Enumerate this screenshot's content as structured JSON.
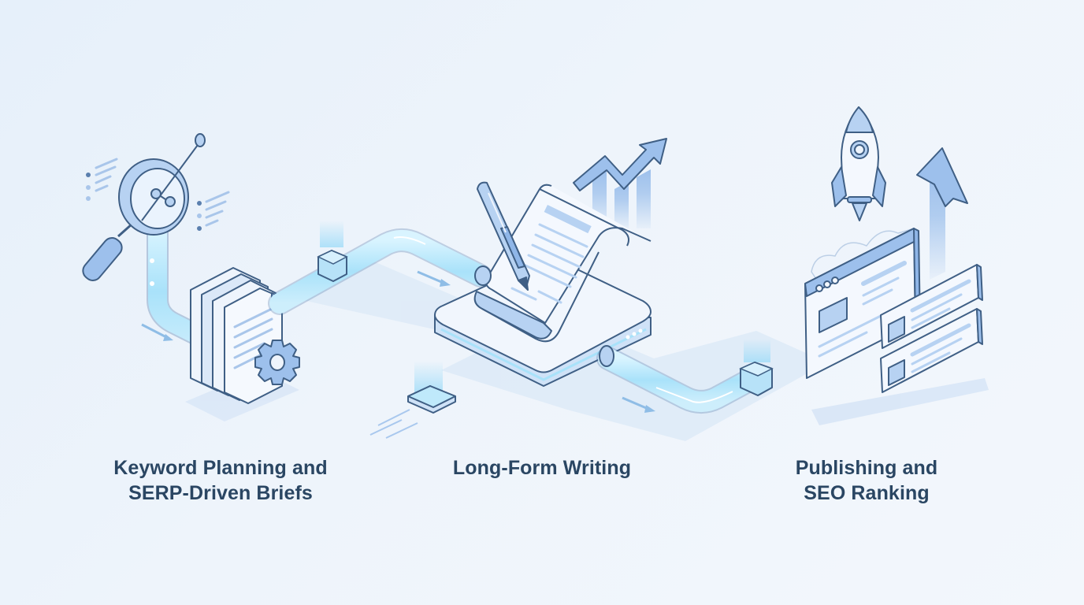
{
  "diagram": {
    "type": "isometric process flow",
    "accent_colors": {
      "outline": "#3f5f85",
      "fill_light": "#eef4fc",
      "fill_mid": "#b7d2f2",
      "fill_blue": "#8fb6e8",
      "pipe_cyan": "#bfe9fb",
      "label_text": "#2a4663",
      "background": "#e9f1fa"
    },
    "stages": [
      {
        "id": "stage-1",
        "lines": [
          "Keyword Planning and",
          "SERP-Driven Briefs"
        ],
        "icons": [
          "magnifier-icon",
          "document-stack-icon",
          "gear-icon",
          "list-icon"
        ]
      },
      {
        "id": "stage-2",
        "lines": [
          "Long-Form Writing"
        ],
        "icons": [
          "pen-icon",
          "scroll-document-icon",
          "trend-arrow-icon",
          "platform-icon"
        ]
      },
      {
        "id": "stage-3",
        "lines": [
          "Publishing and",
          "SEO Ranking"
        ],
        "icons": [
          "rocket-icon",
          "browser-window-icon",
          "up-arrow-icon",
          "result-card-icon"
        ]
      }
    ],
    "connectors": [
      "pipe-1-to-2",
      "pipe-2-to-3"
    ]
  }
}
